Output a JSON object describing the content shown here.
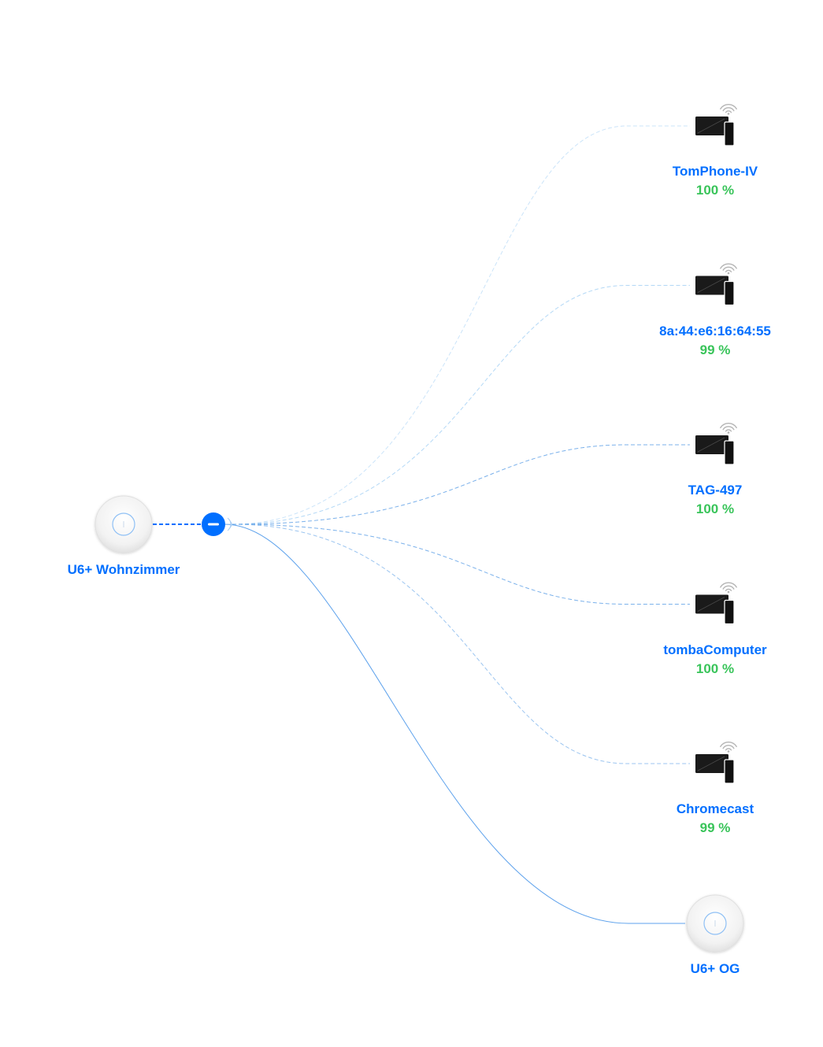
{
  "colors": {
    "accent": "#006fff",
    "signal": "#39c45a",
    "link_dashed": "#6aa7e8",
    "link_solid": "#5ea2ec",
    "device_body": "#1a1a1a"
  },
  "root": {
    "name": "U6+ Wohnzimmer",
    "icon": "access-point-icon"
  },
  "collapse_button": {
    "icon": "minus-icon"
  },
  "clients": [
    {
      "name": "TomPhone-IV",
      "signal": "100 %",
      "icon": "wireless-device-icon"
    },
    {
      "name": "8a:44:e6:16:64:55",
      "signal": "99 %",
      "icon": "wireless-device-icon"
    },
    {
      "name": "TAG-497",
      "signal": "100 %",
      "icon": "wireless-device-icon"
    },
    {
      "name": "tombaComputer",
      "signal": "100 %",
      "icon": "wireless-device-icon"
    },
    {
      "name": "Chromecast",
      "signal": "99 %",
      "icon": "wireless-device-icon"
    }
  ],
  "uplink_child": {
    "name": "U6+ OG",
    "icon": "access-point-icon"
  }
}
